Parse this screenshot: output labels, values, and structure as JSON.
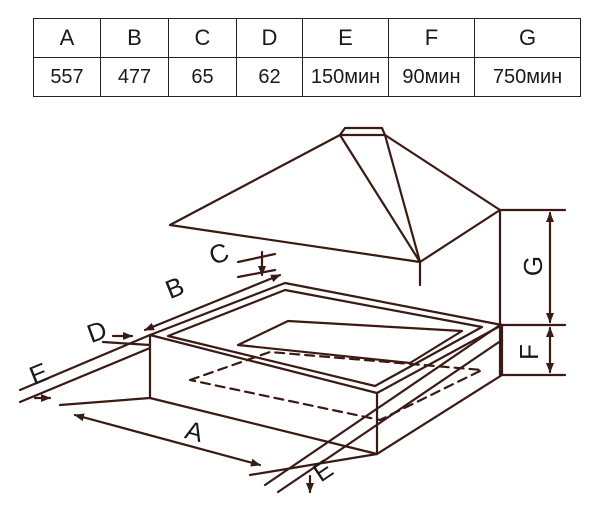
{
  "table": {
    "headers": [
      "A",
      "B",
      "C",
      "D",
      "E",
      "F",
      "G"
    ],
    "values": [
      "557",
      "477",
      "65",
      "62",
      "150мин",
      "90мин",
      "750мин"
    ]
  },
  "labels": {
    "a": "A",
    "b": "B",
    "c": "C",
    "d": "D",
    "e_left": "E",
    "e_right": "E",
    "f": "F",
    "g": "G"
  },
  "colors": {
    "line": "#3a1a12"
  }
}
